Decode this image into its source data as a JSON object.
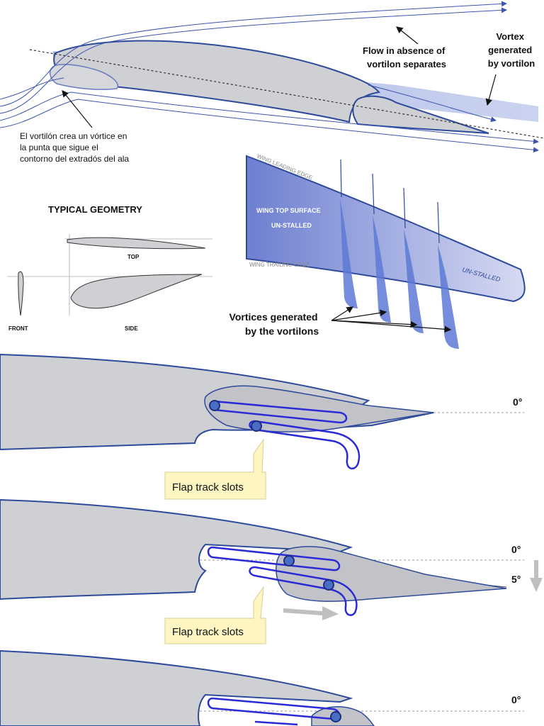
{
  "top": {
    "flow_label": [
      "Flow in absence of",
      "vortilon separates"
    ],
    "vortex_label": [
      "Vortex",
      "generated",
      "by vortilon"
    ],
    "spanish_note": [
      "El vortilón crea un vórtice en",
      "la punta que sigue el",
      "contorno del extradós del ala"
    ]
  },
  "geometry": {
    "title": "TYPICAL GEOMETRY",
    "top": "TOP",
    "front": "FRONT",
    "side": "SIDE"
  },
  "wing": {
    "leading_edge": "WING LEADING EDGE",
    "top_surface": "WING TOP SURFACE",
    "unstalled_1": "UN-STALLED",
    "trailing_edge": "WING TRAILING EDGE",
    "unstalled_2": "UN-STALLED",
    "vortices_label": [
      "Vortices generated",
      "by the vortilons"
    ]
  },
  "flaps": {
    "panel1_angle": "0°",
    "panel1_callout": "Flap track slots",
    "panel2_angle_0": "0°",
    "panel2_angle_5": "5°",
    "panel2_callout": "Flap track slots",
    "panel3_angle_0": "0°"
  },
  "colors": {
    "outline": "#2e4a9a",
    "fill": "#cfd0d4",
    "flow": "#3c56b0",
    "callout_fill": "#fdf5c2"
  }
}
